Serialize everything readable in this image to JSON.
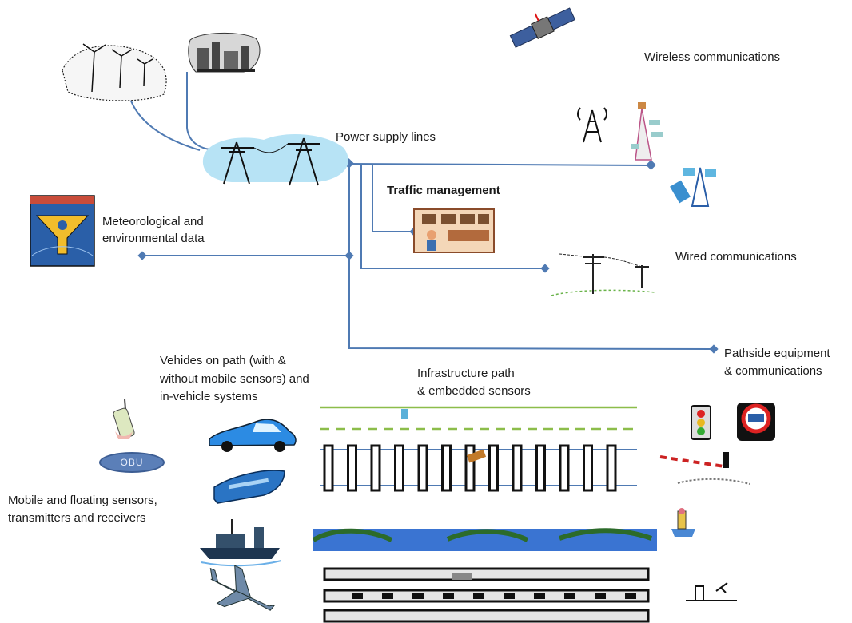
{
  "labels": {
    "wireless": "Wireless communications",
    "power": "Power supply lines",
    "traffic": "Traffic management",
    "meteo_1": "Meteorological and",
    "meteo_2": "environmental data",
    "wired": "Wired communications",
    "pathside_1": "Pathside equipment",
    "pathside_2": "& communications",
    "vehicles_1": "Vehides on path (with &",
    "vehicles_2": "without mobile sensors) and",
    "vehicles_3": "in-vehicle systems",
    "infra_1": "Infrastructure path",
    "infra_2": "& embedded sensors",
    "mobile_1": "Mobile and floating sensors,",
    "mobile_2": "transmitters and receivers",
    "obu": "OBU"
  },
  "icons": {
    "wind_turbines": "wind-farm-icon",
    "power_plant": "power-plant-icon",
    "pylons": "power-pylons-icon",
    "satellite": "satellite-icon",
    "antenna": "radio-antenna-icon",
    "cell_tower": "cell-tower-icon",
    "wireless_tower": "wireless-tower-icon",
    "meteo": "weather-funnel-icon",
    "control_room": "traffic-control-room-icon",
    "wired_poles": "telephone-poles-icon",
    "sensor_phone": "mobile-sensor-icon",
    "car": "car-icon",
    "train": "train-icon",
    "ship": "ship-icon",
    "plane": "airplane-icon",
    "rail_track": "rail-track-icon",
    "waterway": "waterway-icon",
    "runway": "runway-icon",
    "traffic_light": "traffic-light-icon",
    "road_sign": "road-sign-icon",
    "barrier": "level-crossing-barrier-icon",
    "buoy": "buoy-icon",
    "airport": "airport-icon"
  },
  "colors": {
    "line": "#4f7ab3",
    "sky": "#b7e3f5",
    "track_green": "#8cbd4a",
    "rail_blue": "#4f7ab3",
    "water": "#3a74d2"
  }
}
